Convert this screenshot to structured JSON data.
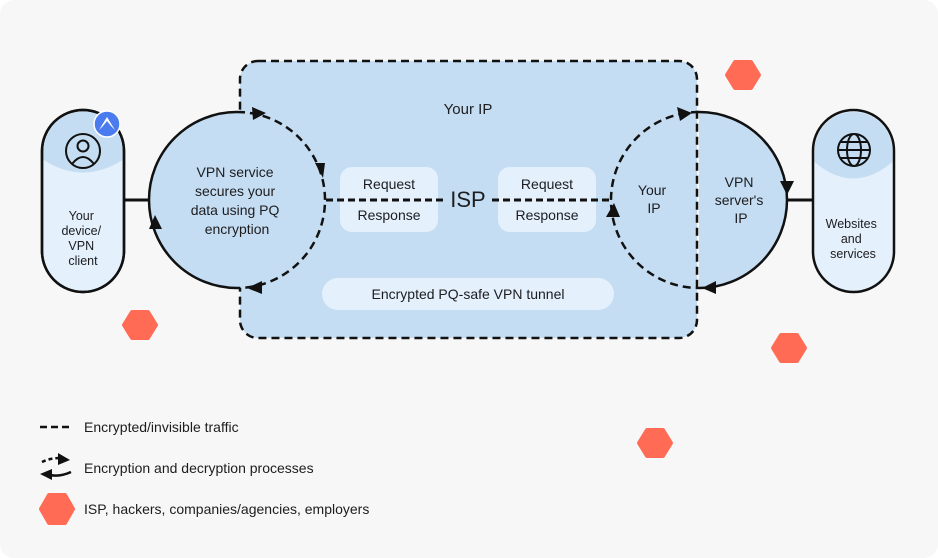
{
  "colors": {
    "tunnel": "#c5ddf2",
    "pill": "#e4f0fc",
    "threat": "#ff6b55",
    "badge": "#4a7cf0",
    "stroke": "#111111",
    "background": "#f7f7f7"
  },
  "tunnel": {
    "top_label": "Your IP",
    "bottom_label": "Encrypted PQ-safe VPN tunnel",
    "isp_label": "ISP"
  },
  "device": {
    "icon": "user-icon",
    "badge_icon": "vpn-logo-icon",
    "label_lines": [
      "Your",
      "device/",
      "VPN",
      "client"
    ]
  },
  "vpn_service": {
    "label_lines": [
      "VPN service",
      "secures your",
      "data using PQ",
      "encryption"
    ]
  },
  "left_packet": {
    "request": "Request",
    "response": "Response"
  },
  "right_packet": {
    "request": "Request",
    "response": "Response"
  },
  "server": {
    "left_lines": [
      "Your",
      "IP"
    ],
    "right_lines": [
      "VPN",
      "server's",
      "IP"
    ]
  },
  "websites": {
    "icon": "globe-icon",
    "label_lines": [
      "Websites",
      "and",
      "services"
    ]
  },
  "legend": [
    {
      "icon": "dashed-line-icon",
      "label": "Encrypted/invisible traffic"
    },
    {
      "icon": "cycle-arrows-icon",
      "label": "Encryption and decryption processes"
    },
    {
      "icon": "hexagon-icon",
      "label": "ISP, hackers, companies/agencies, employers"
    }
  ]
}
